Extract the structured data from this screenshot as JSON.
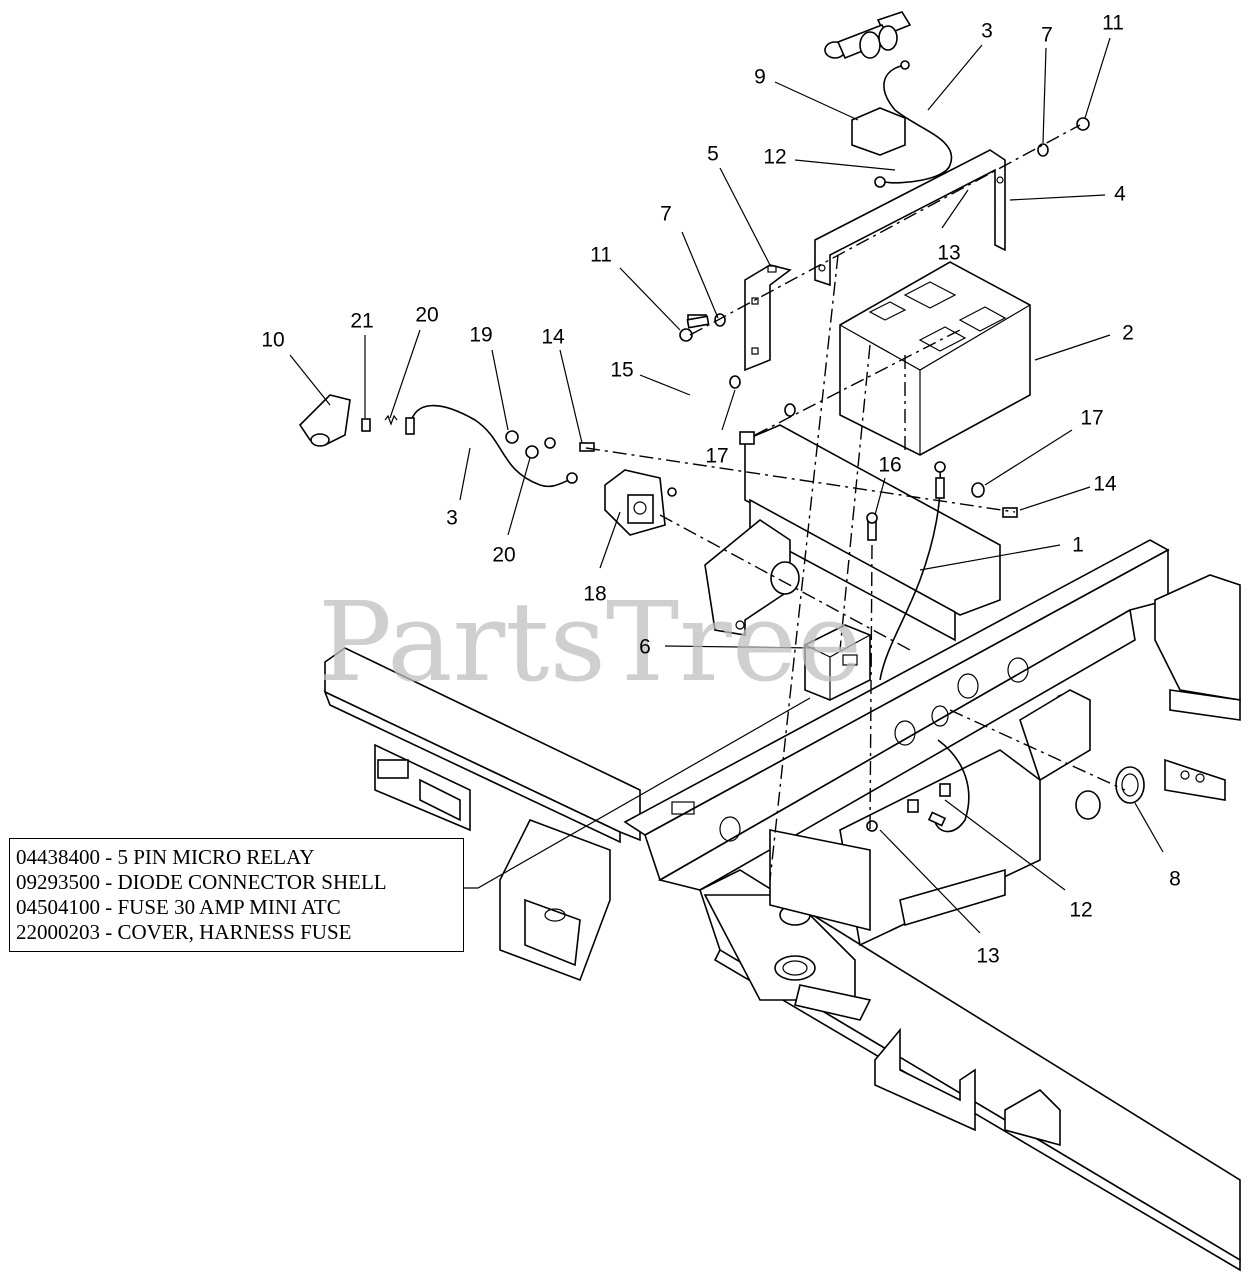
{
  "watermark": "PartsTree",
  "callouts": [
    {
      "id": "c-3-top",
      "text": "3"
    },
    {
      "id": "c-7-top",
      "text": "7"
    },
    {
      "id": "c-11-top",
      "text": "11"
    },
    {
      "id": "c-9",
      "text": "9"
    },
    {
      "id": "c-5",
      "text": "5"
    },
    {
      "id": "c-12-top",
      "text": "12"
    },
    {
      "id": "c-4",
      "text": "4"
    },
    {
      "id": "c-13-top",
      "text": "13"
    },
    {
      "id": "c-7-mid",
      "text": "7"
    },
    {
      "id": "c-11-mid",
      "text": "11"
    },
    {
      "id": "c-21",
      "text": "21"
    },
    {
      "id": "c-20-top",
      "text": "20"
    },
    {
      "id": "c-10",
      "text": "10"
    },
    {
      "id": "c-19",
      "text": "19"
    },
    {
      "id": "c-14-left",
      "text": "14"
    },
    {
      "id": "c-2",
      "text": "2"
    },
    {
      "id": "c-15",
      "text": "15"
    },
    {
      "id": "c-17-left",
      "text": "17"
    },
    {
      "id": "c-17-right",
      "text": "17"
    },
    {
      "id": "c-16",
      "text": "16"
    },
    {
      "id": "c-14-right",
      "text": "14"
    },
    {
      "id": "c-3-left",
      "text": "3"
    },
    {
      "id": "c-20-bottom",
      "text": "20"
    },
    {
      "id": "c-1",
      "text": "1"
    },
    {
      "id": "c-18",
      "text": "18"
    },
    {
      "id": "c-6",
      "text": "6"
    },
    {
      "id": "c-8",
      "text": "8"
    },
    {
      "id": "c-12-bottom",
      "text": "12"
    },
    {
      "id": "c-13-bottom",
      "text": "13"
    }
  ],
  "legend": [
    "04438400 - 5 PIN MICRO RELAY",
    "09293500 - DIODE CONNECTOR SHELL",
    "04504100 - FUSE 30 AMP MINI ATC",
    "22000203 - COVER, HARNESS FUSE"
  ]
}
